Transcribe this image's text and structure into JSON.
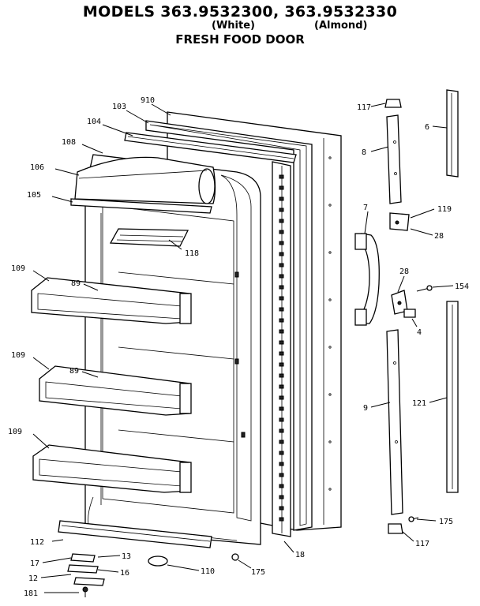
{
  "header": {
    "title": "MODELS 363.9532300, 363.9532330",
    "color_white": "(White)",
    "color_almond": "(Almond)",
    "subtitle": "FRESH FOOD DOOR"
  },
  "callouts": {
    "c910": "910",
    "c103": "103",
    "c104": "104",
    "c108": "108",
    "c106": "106",
    "c105": "105",
    "c118": "118",
    "c109a": "109",
    "c89a": "89",
    "c109b": "109",
    "c89b": "89",
    "c109c": "109",
    "c112": "112",
    "c17": "17",
    "c13": "13",
    "c12": "12",
    "c16": "16",
    "c181": "181",
    "c110": "110",
    "c175a": "175",
    "c18": "18",
    "c117a": "117",
    "c8": "8",
    "c6": "6",
    "c119": "119",
    "c28a": "28",
    "c7": "7",
    "c28b": "28",
    "c154": "154",
    "c4": "4",
    "c9": "9",
    "c121": "121",
    "c175b": "175",
    "c117b": "117"
  }
}
